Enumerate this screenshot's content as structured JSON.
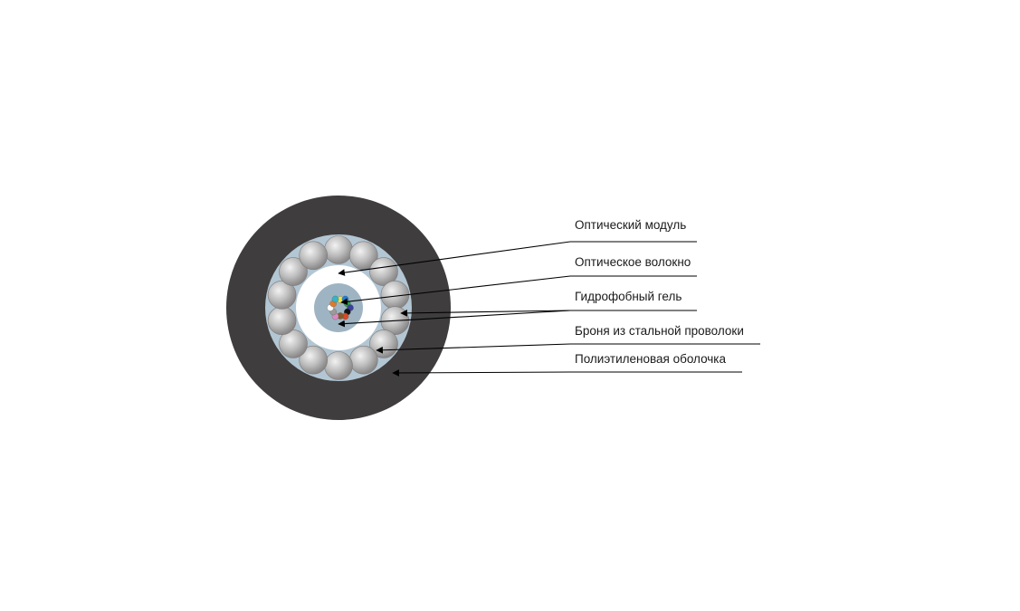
{
  "labels": {
    "optical_module": "Оптический модуль",
    "optical_fiber": "Оптическое волокно",
    "hydrophobic_gel": "Гидрофобный гель",
    "steel_wire_armor": "Броня из стальной проволоки",
    "polyethylene_sheath": "Полиэтиленовая оболочка"
  },
  "colors": {
    "sheath": "#3f3d3d",
    "armor_bed": "#b3c6d3",
    "armor_wire": "#a8a6a6",
    "gel": "#ffffff",
    "module": "#9eb4c2",
    "leader": "#000000",
    "fibers": [
      "#f2e33a",
      "#1e7fd6",
      "#28a34a",
      "#3a3f9e",
      "#111111",
      "#d44a2a",
      "#8b5a2b",
      "#d98bc0",
      "#9a9a9a",
      "#ffffff",
      "#e07a2a",
      "#34b4c8"
    ]
  }
}
